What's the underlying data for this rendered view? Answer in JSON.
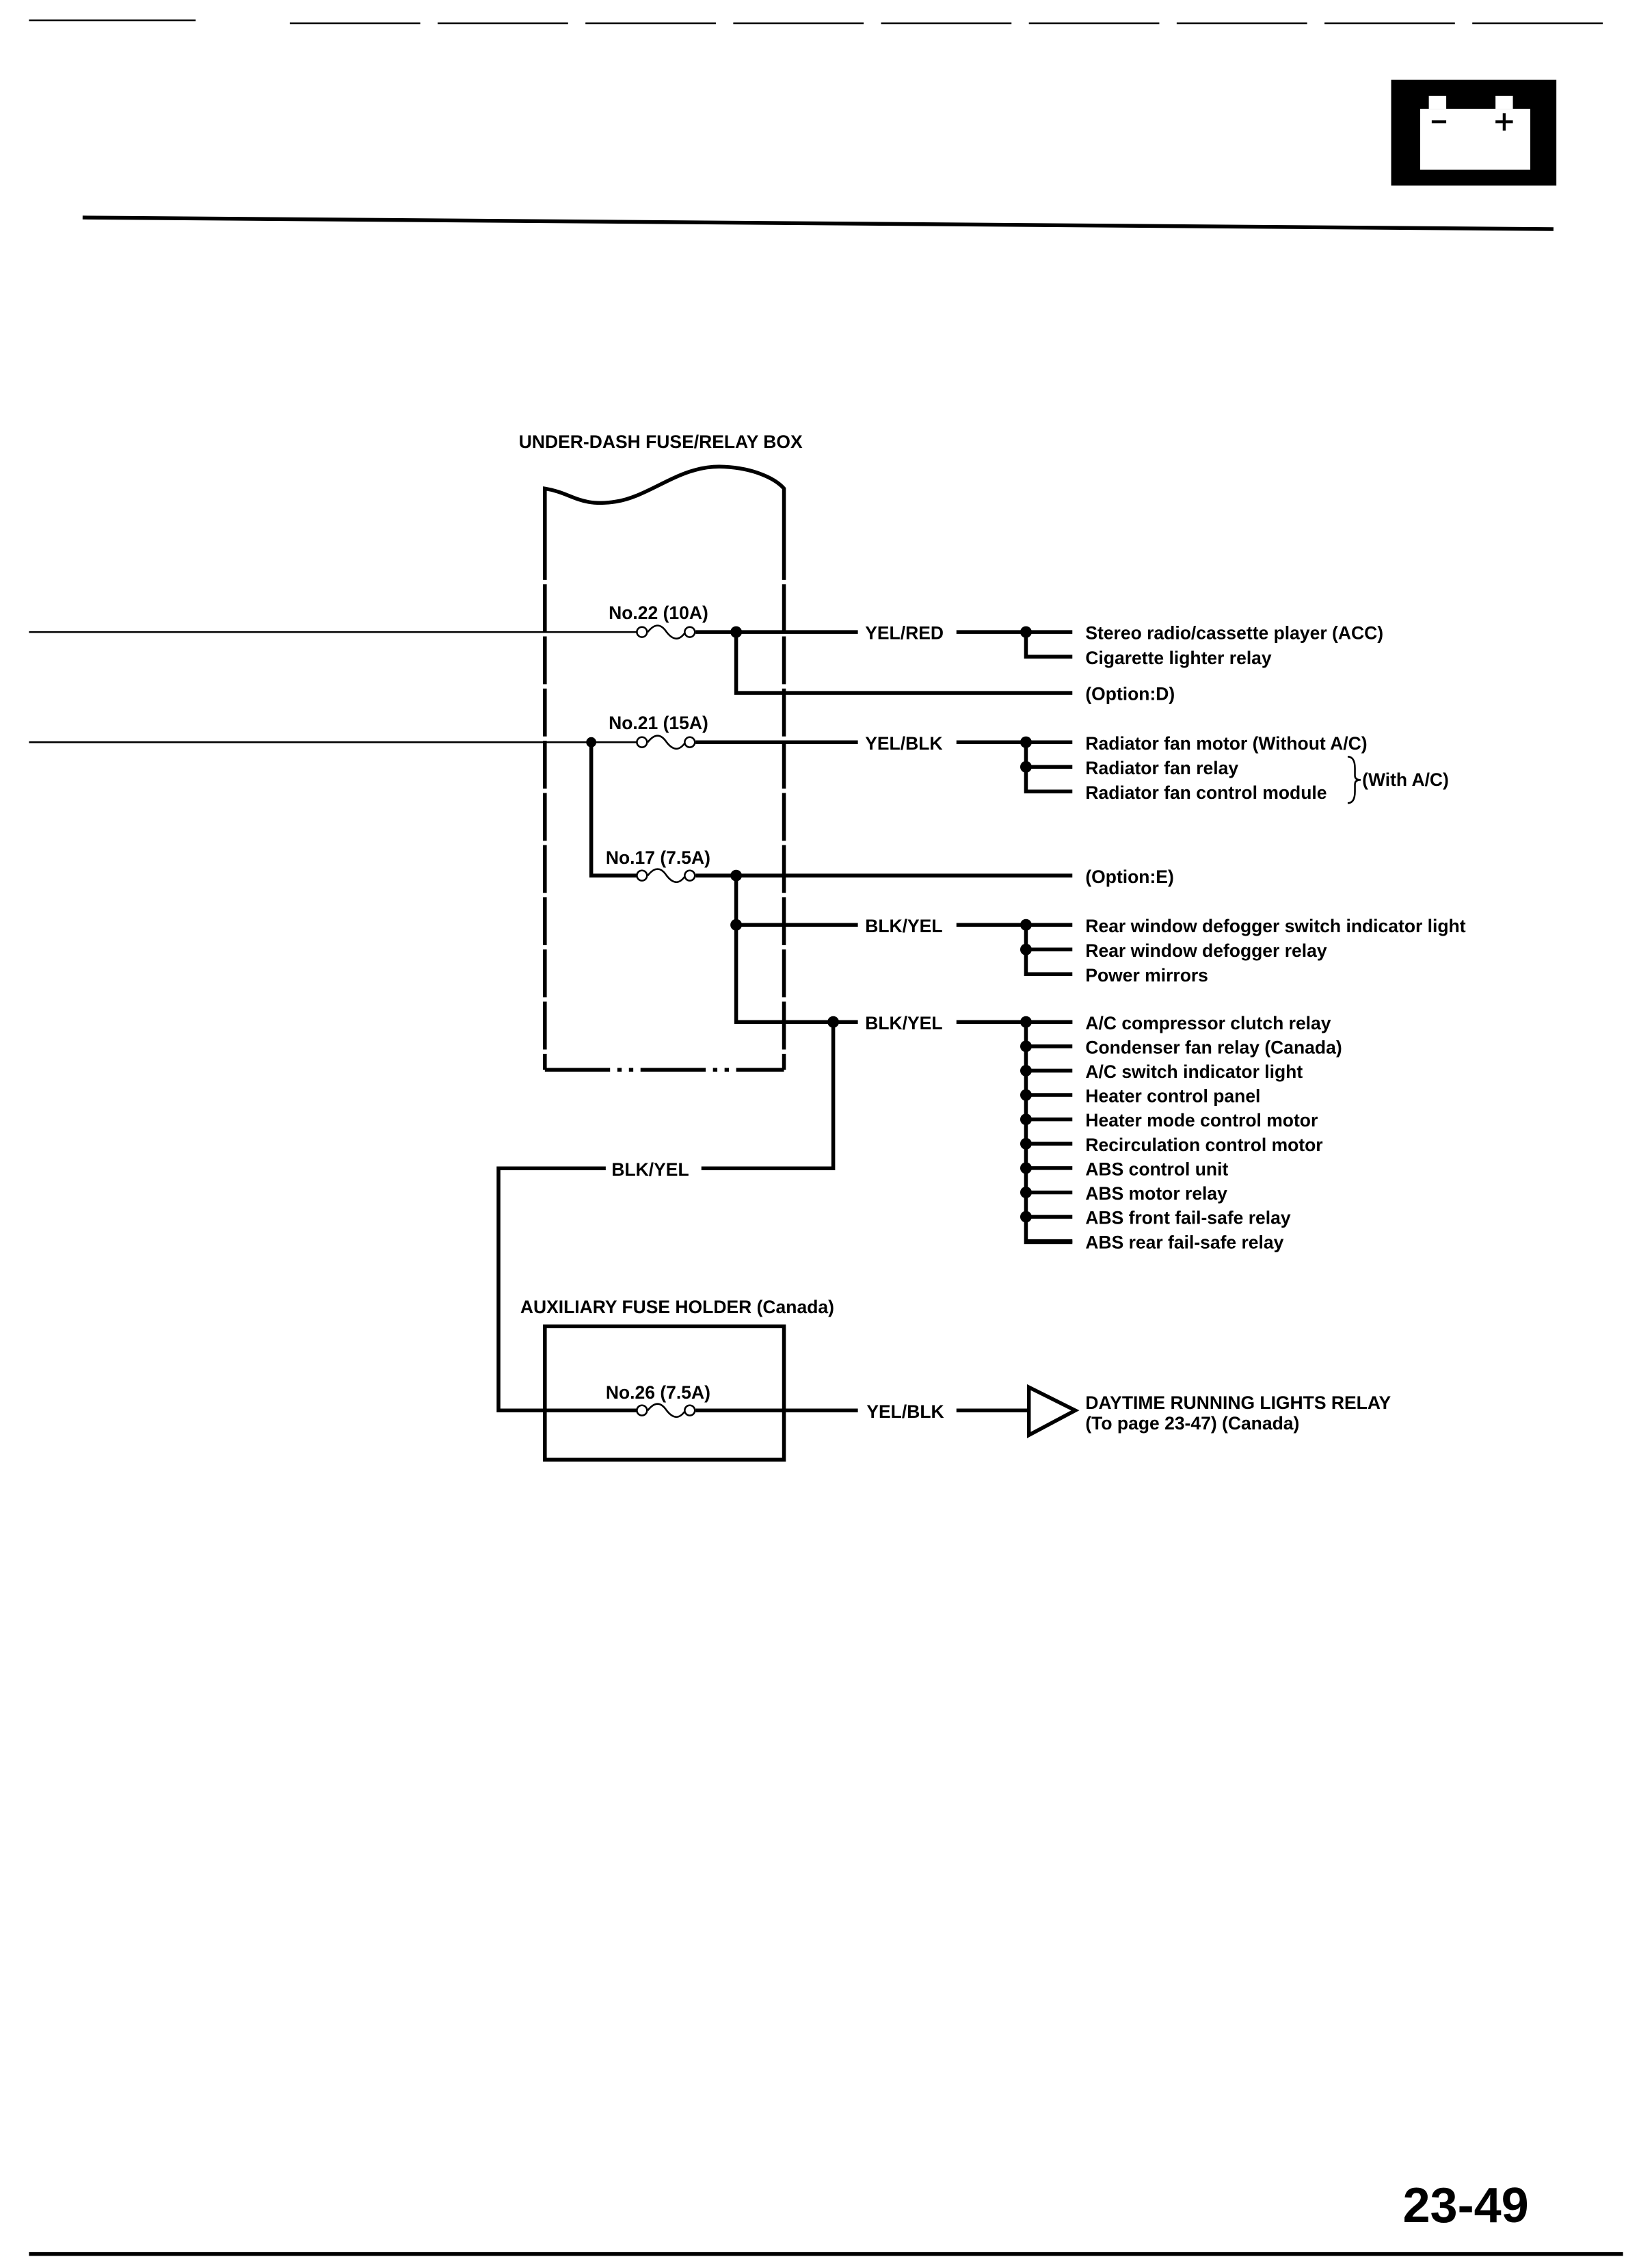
{
  "page_number": "23-49",
  "header_icon": "battery-icon",
  "under_dash_box": {
    "title": "UNDER-DASH FUSE/RELAY BOX",
    "fuses": [
      {
        "label": "No.22 (10A)"
      },
      {
        "label": "No.21 (15A)"
      },
      {
        "label": "No.17 (7.5A)"
      }
    ]
  },
  "circuits": {
    "yel_red": {
      "wire": "YEL/RED",
      "items": [
        "Stereo radio/cassette player (ACC)",
        "Cigarette lighter relay"
      ],
      "option": "(Option:D)"
    },
    "yel_blk": {
      "wire": "YEL/BLK",
      "items": [
        "Radiator fan motor (Without A/C)",
        "Radiator fan relay",
        "Radiator fan control module"
      ],
      "bracket_note": "(With A/C)"
    },
    "option_e": "(Option:E)",
    "blk_yel_1": {
      "wire": "BLK/YEL",
      "items": [
        "Rear window defogger switch indicator light",
        "Rear window defogger relay",
        "Power mirrors"
      ]
    },
    "blk_yel_2": {
      "wire": "BLK/YEL",
      "items": [
        "A/C compressor clutch relay",
        "Condenser fan relay (Canada)",
        "A/C switch indicator light",
        "Heater control panel",
        "Heater mode control motor",
        "Recirculation control motor",
        "ABS control unit",
        "ABS motor relay",
        "ABS front fail-safe relay",
        "ABS rear fail-safe relay"
      ]
    },
    "feed_wire": "BLK/YEL"
  },
  "aux_box": {
    "title": "AUXILIARY FUSE HOLDER (Canada)",
    "fuse": "No.26 (7.5A)",
    "wire": "YEL/BLK",
    "destination_line1": "DAYTIME RUNNING LIGHTS RELAY",
    "destination_line2": "(To page 23-47) (Canada)"
  }
}
